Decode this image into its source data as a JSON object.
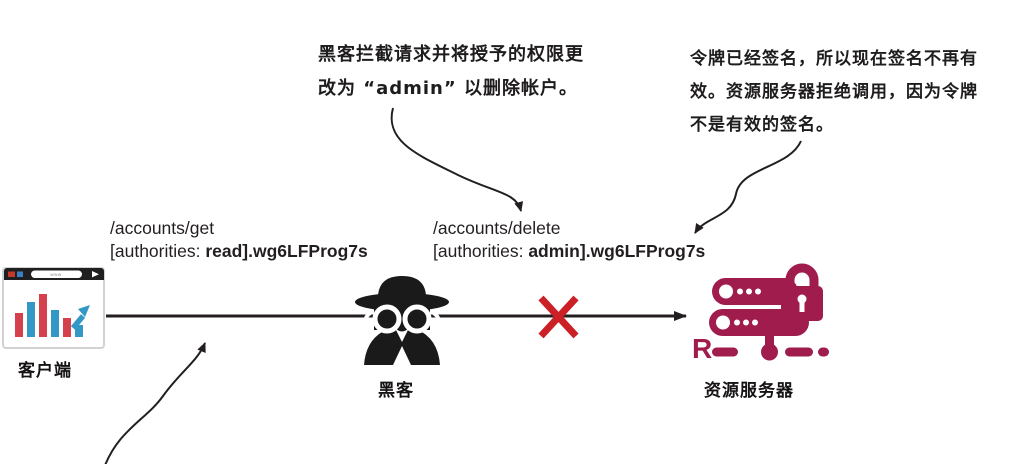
{
  "annotations": {
    "hacker_note": {
      "lines": [
        "黑客拦截请求并将授予的权限更",
        "改为 “admin” 以删除帐户。"
      ]
    },
    "server_note": {
      "lines": [
        "令牌已经签名，所以现在签名不再有",
        "效。资源服务器拒绝调用，因为令牌",
        "不是有效的签名。"
      ]
    }
  },
  "requests": {
    "original": {
      "path": "/accounts/get",
      "auth_prefix": "[authorities: ",
      "auth_value": "read].wg6LFProg7s"
    },
    "tampered": {
      "path": "/accounts/delete",
      "auth_prefix": "[authorities: ",
      "auth_value": "admin].wg6LFProg7s"
    }
  },
  "nodes": {
    "client": {
      "label": "客户端"
    },
    "hacker": {
      "label": "黑客"
    },
    "server": {
      "label": "资源服务器",
      "monogram": "R"
    }
  },
  "client_browser": {
    "address_text": "www"
  },
  "colors": {
    "ink": "#231f20",
    "server_accent": "#a01c4c",
    "reject_x": "#cc2027",
    "chart_red": "#d4414d",
    "chart_blue": "#3498c7"
  }
}
